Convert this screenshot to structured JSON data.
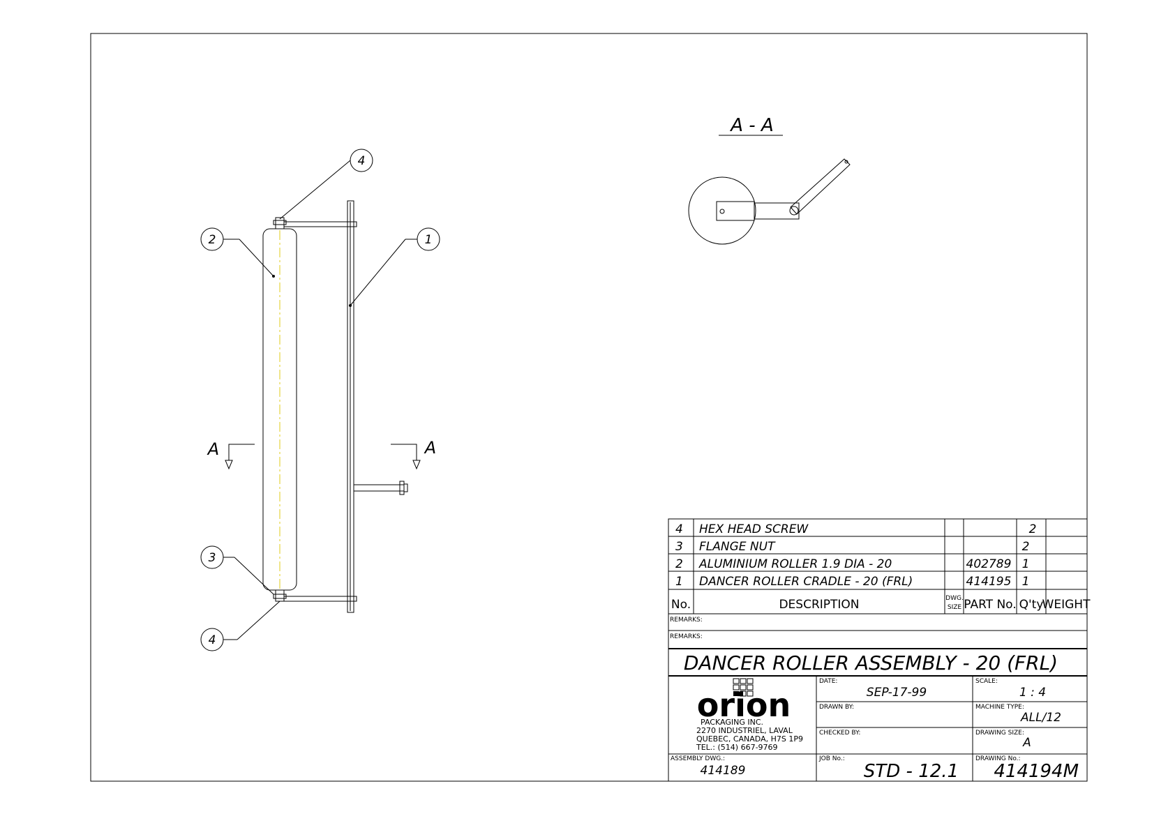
{
  "drawing": {
    "section_label": "A - A",
    "section_marker": "A",
    "balloons": [
      "4",
      "2",
      "1",
      "3",
      "4"
    ]
  },
  "bom": {
    "rows": [
      {
        "no": "4",
        "description": "HEX HEAD SCREW",
        "dwg_size": "",
        "part_no": "",
        "qty": "2",
        "weight": ""
      },
      {
        "no": "3",
        "description": "FLANGE NUT",
        "dwg_size": "",
        "part_no": "",
        "qty": "2",
        "weight": ""
      },
      {
        "no": "2",
        "description": "ALUMINIUM ROLLER 1.9 DIA - 20",
        "dwg_size": "",
        "part_no": "402789",
        "qty": "1",
        "weight": ""
      },
      {
        "no": "1",
        "description": "DANCER ROLLER CRADLE - 20 (FRL)",
        "dwg_size": "",
        "part_no": "414195",
        "qty": "1",
        "weight": ""
      }
    ],
    "headers": {
      "no": "No.",
      "description": "DESCRIPTION",
      "dwg_size_line1": "DWG.",
      "dwg_size_line2": "SIZE",
      "part_no": "PART No.",
      "qty": "Q'ty",
      "weight": "WEIGHT"
    }
  },
  "title_block": {
    "remarks1": "REMARKS:",
    "remarks2": "REMARKS:",
    "title": "DANCER ROLLER ASSEMBLY - 20 (FRL)",
    "company": {
      "logo": "orion",
      "name": "PACKAGING INC.",
      "address1": "2270 INDUSTRIEL, LAVAL",
      "address2": "QUEBEC, CANADA, H7S 1P9",
      "tel": "TEL.: (514) 667-9769"
    },
    "date_label": "DATE:",
    "date": "SEP-17-99",
    "scale_label": "SCALE:",
    "scale": "1 : 4",
    "drawn_by_label": "DRAWN BY:",
    "drawn_by": "",
    "machine_type_label": "MACHINE TYPE:",
    "machine_type": "ALL/12",
    "checked_by_label": "CHECKED BY:",
    "checked_by": "",
    "drawing_size_label": "DRAWING SIZE:",
    "drawing_size": "A",
    "assembly_dwg_label": "ASSEMBLY DWG.:",
    "assembly_dwg": "414189",
    "job_no_label": "JOB No.:",
    "job_no": "STD - 12.1",
    "drawing_no_label": "DRAWING No.:",
    "drawing_no": "414194M"
  }
}
